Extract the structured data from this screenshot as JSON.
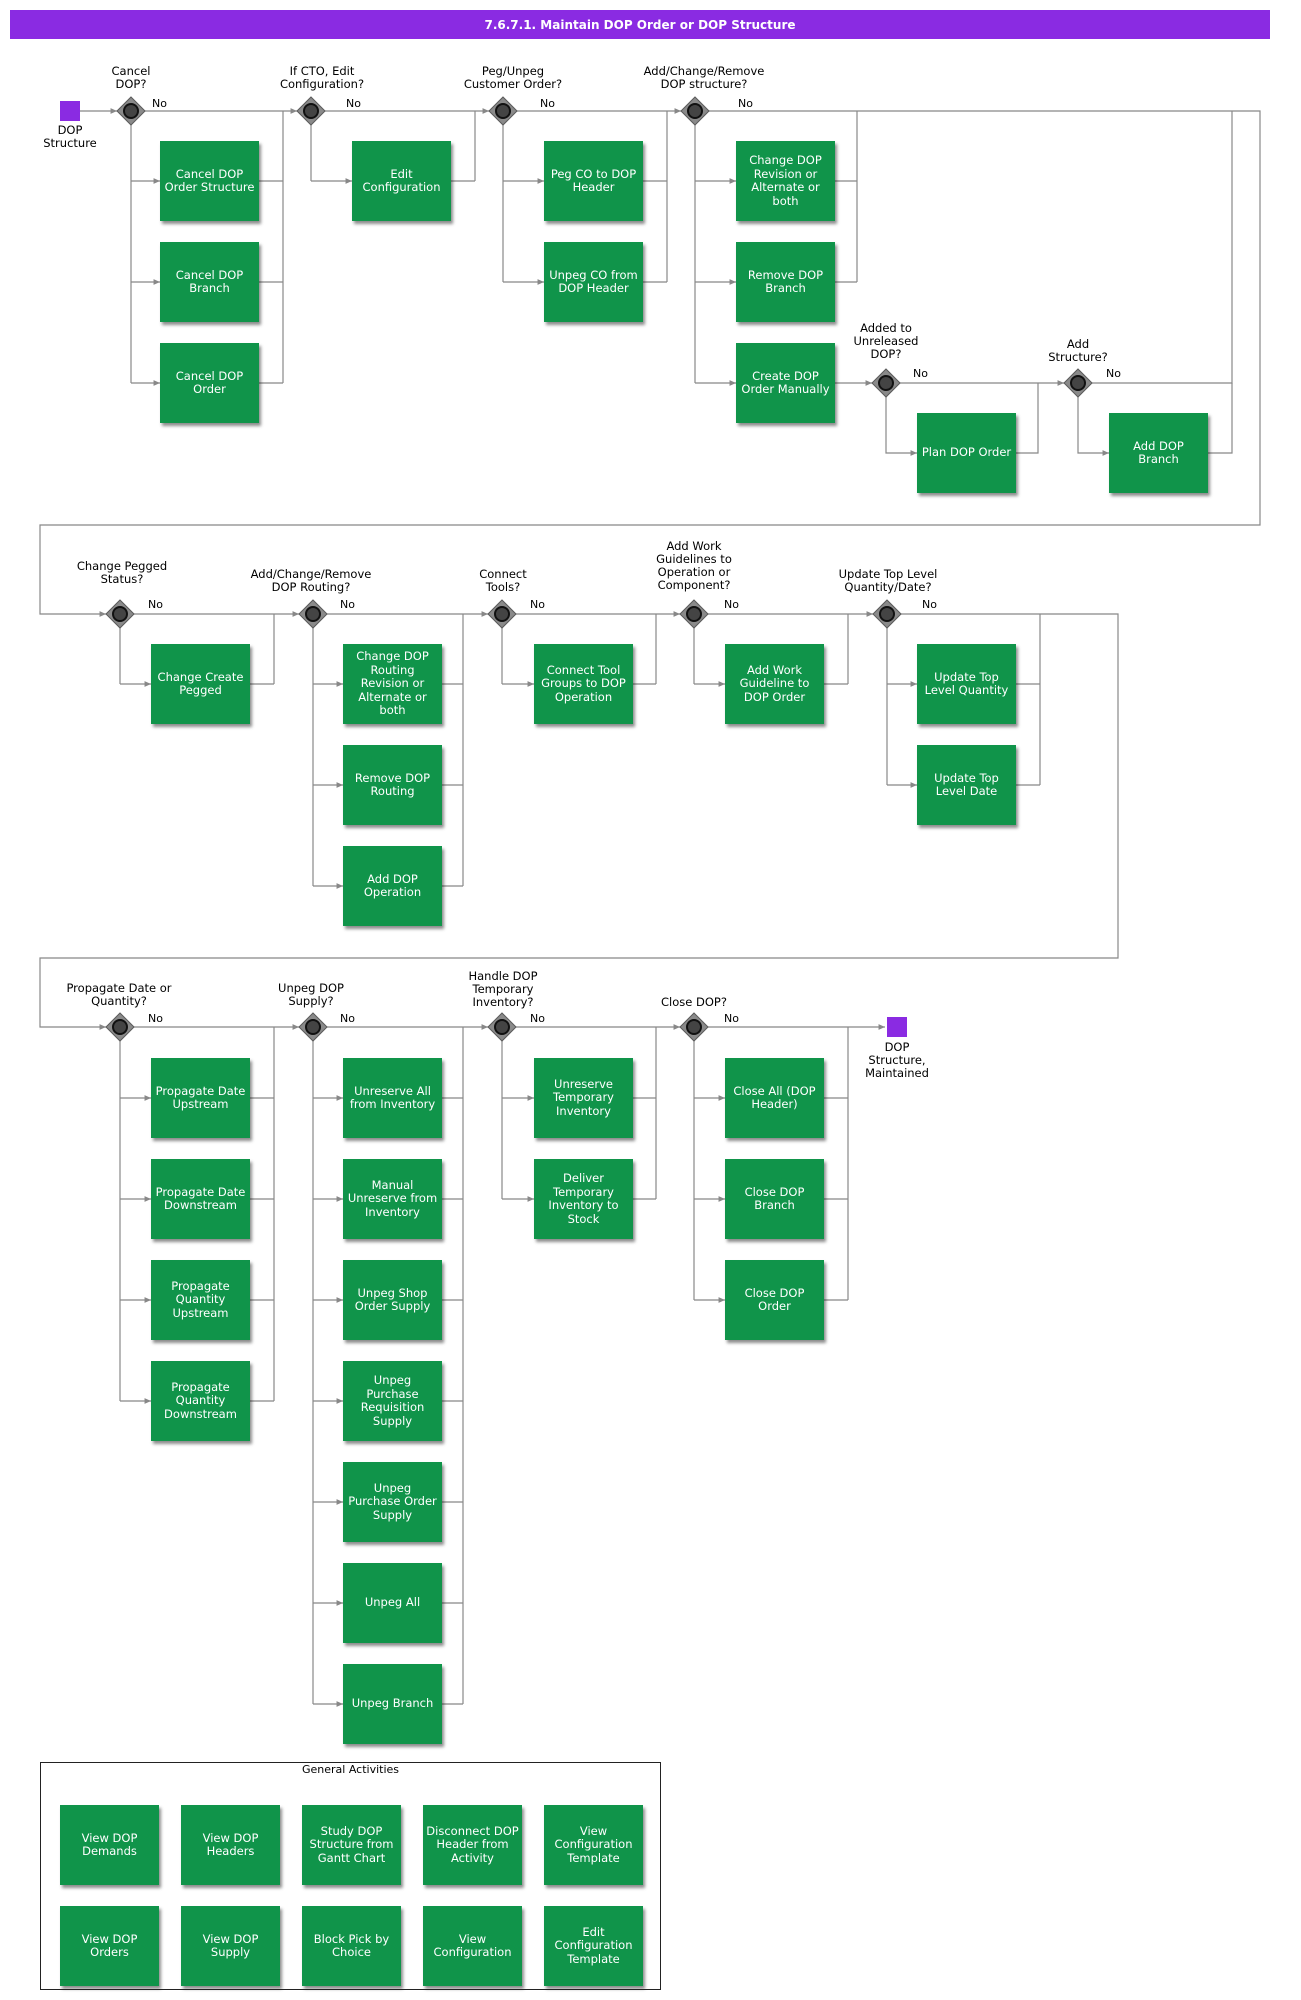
{
  "title": "7.6.7.1. Maintain DOP Order or DOP Structure",
  "events": {
    "start": "DOP Structure",
    "end": "DOP Structure, Maintained"
  },
  "no_label": "No",
  "questions": {
    "cancel_dop": "Cancel DOP?",
    "edit_config": "If CTO, Edit Configuration?",
    "peg_unpeg": "Peg/Unpeg Customer Order?",
    "dop_structure": "Add/Change/Remove DOP structure?",
    "added_unreleased": "Added to Unreleased DOP?",
    "add_structure": "Add Structure?",
    "pegged_status": "Change Pegged Status?",
    "dop_routing": "Add/Change/Remove DOP Routing?",
    "connect_tools": "Connect Tools?",
    "work_guidelines": "Add Work Guidelines to Operation or Component?",
    "top_level": "Update Top Level Quantity/Date?",
    "propagate": "Propagate Date or Quantity?",
    "unpeg_supply": "Unpeg DOP Supply?",
    "temp_inventory": "Handle DOP Temporary Inventory?",
    "close_dop": "Close DOP?"
  },
  "tasks": {
    "cancel_structure": "Cancel DOP Order Structure",
    "cancel_branch": "Cancel DOP Branch",
    "cancel_order": "Cancel DOP Order",
    "edit_configuration": "Edit Configuration",
    "peg_co": "Peg CO to DOP Header",
    "unpeg_co": "Unpeg CO from DOP Header",
    "change_revision": "Change DOP Revision or Alternate or both",
    "remove_branch": "Remove DOP Branch",
    "create_manually": "Create DOP Order Manually",
    "plan_order": "Plan DOP Order",
    "add_branch": "Add DOP Branch",
    "change_pegged": "Change Create Pegged",
    "change_routing": "Change DOP Routing Revision or Alternate or both",
    "remove_routing": "Remove DOP Routing",
    "add_operation": "Add DOP Operation",
    "connect_tool": "Connect Tool Groups to DOP Operation",
    "add_guideline": "Add Work Guideline to DOP Order",
    "update_quantity": "Update Top Level Quantity",
    "update_date": "Update Top Level Date",
    "prop_date_up": "Propagate Date Upstream",
    "prop_date_down": "Propagate Date Downstream",
    "prop_qty_up": "Propagate Quantity Upstream",
    "prop_qty_down": "Propagate Quantity Downstream",
    "unreserve_all": "Unreserve All from Inventory",
    "manual_unreserve": "Manual Unreserve from Inventory",
    "unpeg_shop": "Unpeg Shop Order Supply",
    "unpeg_requisition": "Unpeg Purchase Requisition Supply",
    "unpeg_purchase": "Unpeg Purchase Order Supply",
    "unpeg_all": "Unpeg All",
    "unpeg_branch": "Unpeg Branch",
    "unreserve_temp": "Unreserve Temporary Inventory",
    "deliver_temp": "Deliver Temporary Inventory to Stock",
    "close_all": "Close All (DOP Header)",
    "close_branch": "Close DOP Branch",
    "close_order": "Close DOP Order"
  },
  "general": {
    "title": "General Activities",
    "items": [
      "View DOP Demands",
      "View DOP Headers",
      "Study DOP Structure from Gantt Chart",
      "Disconnect DOP Header from Activity",
      "View Configuration Template",
      "View DOP Orders",
      "View DOP Supply",
      "Block Pick by Choice",
      "View Configuration",
      "Edit Configuration Template"
    ]
  },
  "colors": {
    "task_green": "#10944a",
    "event_purple": "#8a2be2",
    "gateway_gray": "#8a8a8a",
    "connector_gray": "#888888"
  }
}
